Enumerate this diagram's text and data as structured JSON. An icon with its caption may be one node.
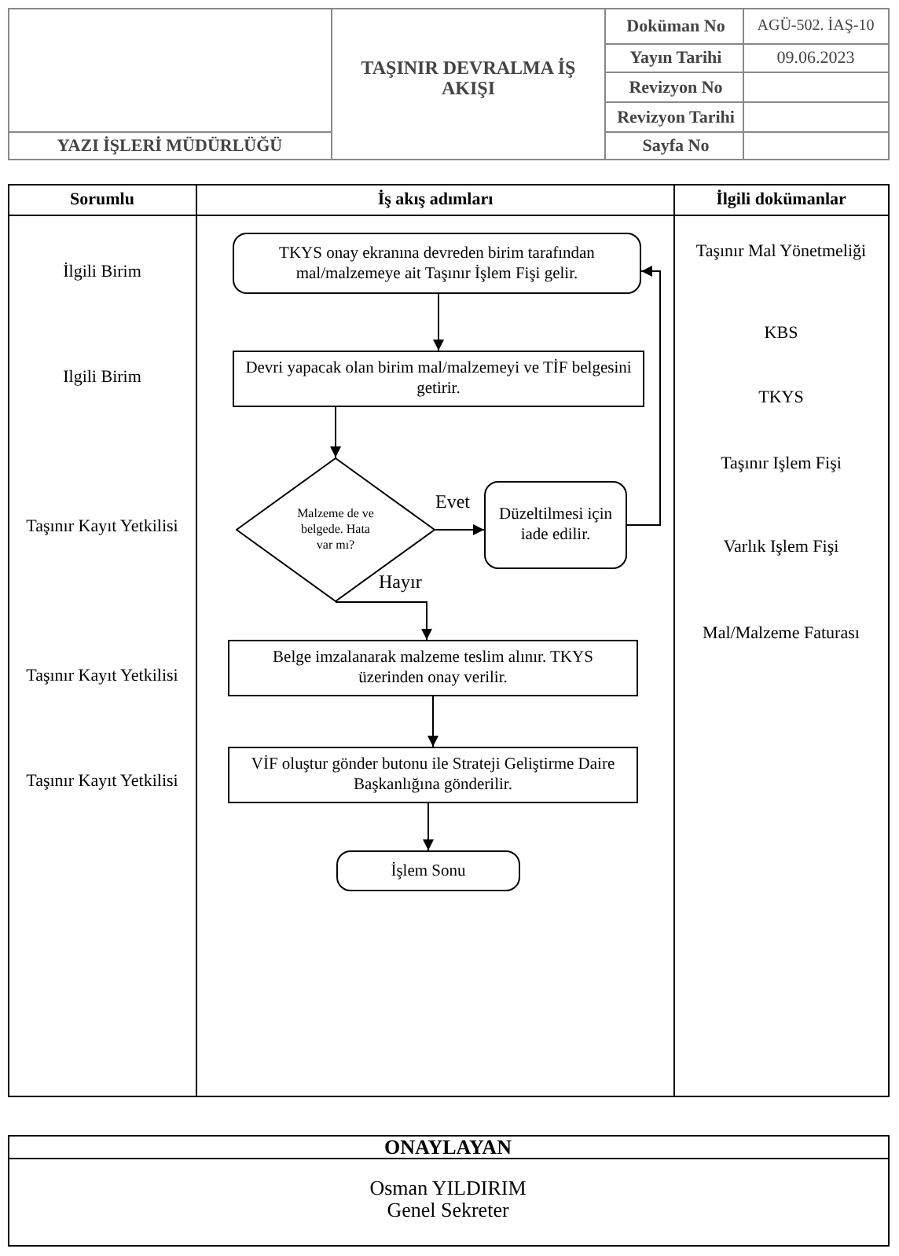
{
  "diagram": {
    "title": "TAŞINIR DEVRALMA İŞ AKIŞI",
    "nodes": [
      {
        "text": [
          "TKYS onay ekranına devreden birim tarafından mal/malzemeye ait Taşınır İşlem Fişi gelir."
        ]
      },
      {
        "text": [
          "Devri yapacak olan birim mal/malzemeyi ve TİF belgesini getirir."
        ]
      },
      {
        "text": [
          "Malzeme de ve belgede. Hata var mı?"
        ]
      },
      {
        "text": [
          "Düzeltilmesi için iade edilir."
        ]
      },
      {
        "text": [
          "Belge imzalanarak malzeme teslim alınır. TKYS üzerinden onay verilir."
        ]
      },
      {
        "text": [
          "VİF oluştur gönder butonu ile Strateji Geliştirme Daire Başkanlığına gönderilir."
        ]
      },
      {
        "text": [
          "İşlem Sonu"
        ]
      }
    ],
    "edges": [
      {
        "from": 0,
        "to": 1,
        "arrow": "to"
      },
      {
        "from": 1,
        "to": 2,
        "arrow": "to"
      },
      {
        "from": 2,
        "to": 3,
        "arrow": "to",
        "label": "Evet"
      },
      {
        "from": 3,
        "to": 0,
        "arrow": "to"
      },
      {
        "from": 2,
        "to": 4,
        "arrow": "to",
        "label": "Hayır"
      },
      {
        "from": 4,
        "to": 5,
        "arrow": "to"
      },
      {
        "from": 5,
        "to": 6,
        "arrow": "to"
      }
    ],
    "labels": [
      "YAZI İŞLERİ MÜDÜRLÜĞÜ",
      "Doküman No",
      "AGÜ-502. İAŞ-10",
      "Yayın Tarihi",
      "09.06.2023",
      "Revizyon No",
      "Revizyon Tarihi",
      "Sayfa No",
      "Sorumlu",
      "İş akış adımları",
      "İlgili dokümanlar",
      "İlgili Birim",
      "Ilgili Birim",
      "Taşınır Kayıt Yetkilisi",
      "Taşınır Kayıt Yetkilisi",
      "Taşınır Kayıt Yetkilisi",
      "Taşınır Mal Yönetmeliği",
      "KBS",
      "TKYS",
      "Taşınır Işlem Fişi",
      "Varlık Işlem Fişi",
      "Mal/Malzeme Faturası",
      "ONAYLAYAN",
      "Osman YILDIRIM",
      "Genel Sekreter"
    ]
  }
}
